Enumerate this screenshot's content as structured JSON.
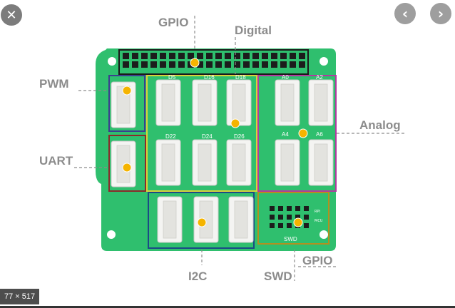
{
  "viewer": {
    "close_icon": "close-icon",
    "prev_icon": "chevron-left-icon",
    "next_icon": "chevron-right-icon",
    "dimensions": "77 × 517"
  },
  "labels": {
    "gpio_top": "GPIO",
    "digital": "Digital",
    "pwm": "PWM",
    "analog": "Analog",
    "uart": "UART",
    "i2c": "I2C",
    "swd": "SWD",
    "gpio_bottom": "GPIO"
  },
  "silk": {
    "d5": "D5",
    "d16": "D16",
    "d18": "D18",
    "d22": "D22",
    "d24": "D24",
    "d26": "D26",
    "a0": "A0",
    "a2": "A2",
    "a4": "A4",
    "a6": "A6",
    "swd_small": "SWD",
    "rpi": "RPI",
    "mcu": "MCU"
  },
  "colors": {
    "board": "#2fbf6e",
    "pwm_box": "#3b3f8f",
    "uart_box": "#8b2a2a",
    "digital_box": "#d8d43a",
    "analog_box": "#b13aa0",
    "i2c_box": "#1b4a86",
    "swd_box": "#b3901f",
    "gpio_box": "#1a1a1a",
    "marker": "#f5b400"
  }
}
